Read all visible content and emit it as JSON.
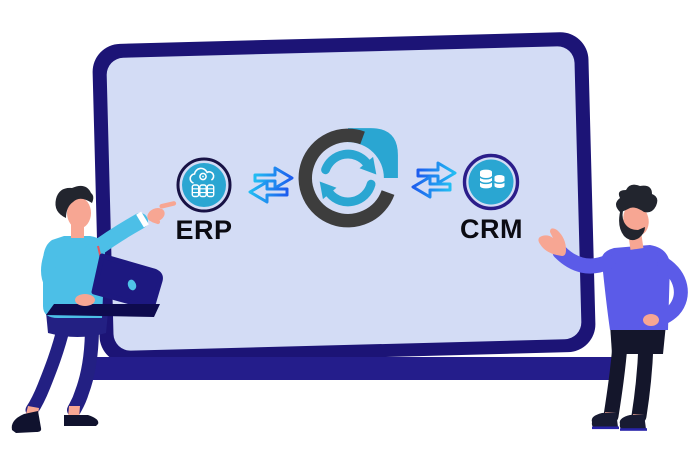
{
  "background_color": "#ffffff",
  "device": {
    "kind": "laptop-monitor",
    "frame_color": "#1c1476",
    "screen_color": "#d3dcf5",
    "base_color": "#241d8b"
  },
  "screen": {
    "left_node": {
      "label": "ERP",
      "icon": "erp-cloud-gear-databases-icon",
      "fill_color": "#2aa6d2",
      "ring_color": "#181245"
    },
    "right_node": {
      "label": "CRM",
      "icon": "crm-databases-icon",
      "fill_color": "#2aa6d2",
      "ring_color": "#2b1d8a"
    },
    "center_node": {
      "icon": "sync-cycle-arrows-icon",
      "ring_color": "#3d3d3d",
      "accent_color": "#2aa6d2"
    },
    "links": [
      {
        "icon": "two-way-exchange-arrow-icon",
        "gradient": [
          "#22bdf2",
          "#1d5cee"
        ]
      },
      {
        "icon": "two-way-exchange-arrow-icon",
        "gradient": [
          "#1d5cee",
          "#22bdf2"
        ]
      }
    ]
  },
  "people": {
    "left": {
      "icon": "man-pointing-holding-laptop",
      "shirt_color": "#4cbfe7",
      "pants_color": "#232083",
      "skin_color": "#f7a693",
      "hair_color": "#22252e",
      "laptop_color": "#1d1880"
    },
    "right": {
      "icon": "bearded-man-presenting",
      "shirt_color": "#5b5be8",
      "pants_color": "#14162b",
      "skin_color": "#f7a693",
      "hair_color": "#22252e"
    }
  }
}
